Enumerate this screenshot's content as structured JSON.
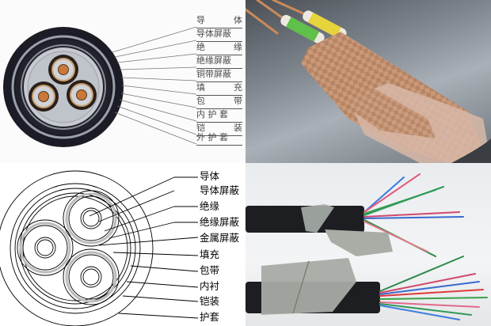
{
  "top_left": {
    "title": "Cable cross-section (color illustration)",
    "labels": [
      {
        "text": "导　体",
        "left": "导",
        "right": "体"
      },
      {
        "text": "导体屏蔽",
        "left": "导体屏蔽",
        "right": ""
      },
      {
        "text": "绝　缘",
        "left": "绝",
        "right": "缘"
      },
      {
        "text": "绝缘屏蔽",
        "left": "绝缘屏蔽",
        "right": ""
      },
      {
        "text": "铜带屏蔽",
        "left": "铜带屏蔽",
        "right": ""
      },
      {
        "text": "填　充",
        "left": "填",
        "right": "充"
      },
      {
        "text": "包　带",
        "left": "包",
        "right": "带"
      },
      {
        "text": "内护套",
        "left": "内 护 套",
        "right": ""
      },
      {
        "text": "铠　装",
        "left": "铠",
        "right": "装"
      },
      {
        "text": "外护套",
        "left": "外 护 套",
        "right": ""
      }
    ]
  },
  "top_right": {
    "photo": "Braided copper-shielded cable with yellow/green and white insulated cores"
  },
  "bottom_left": {
    "title": "Cable cross-section (line drawing)",
    "labels": [
      "导体",
      "导体屏蔽",
      "绝缘",
      "绝缘屏蔽",
      "金属屏蔽",
      "填充",
      "包带",
      "内衬",
      "铠装",
      "护套"
    ]
  },
  "bottom_right": {
    "photo": "Two black steel-tape armored multi-core control cables with colored wires"
  },
  "colors": {
    "copper": "#c9773a",
    "sheath_black": "#1a1a22",
    "insulation_gray": "#b8bcc4",
    "label_text": "#4a4a4a"
  }
}
